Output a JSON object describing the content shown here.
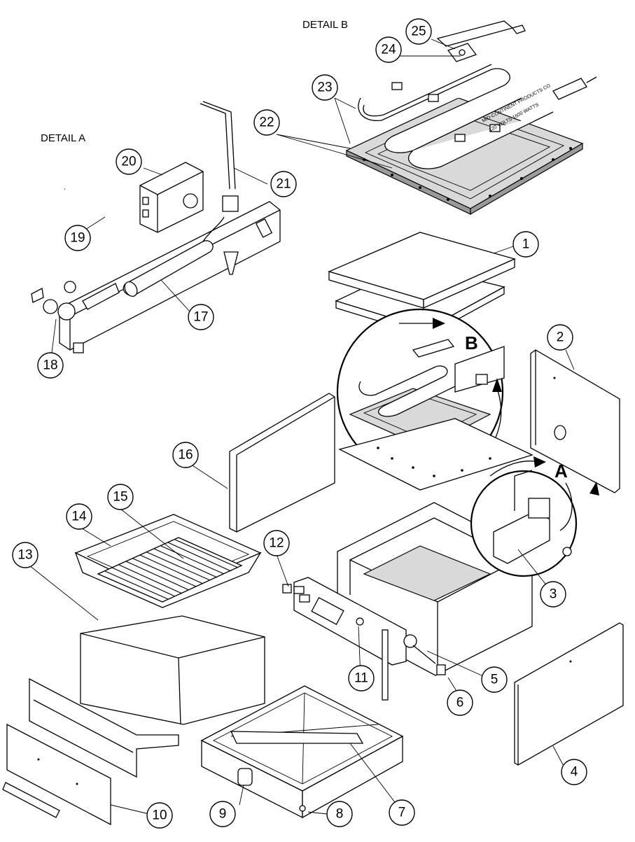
{
  "detail_labels": {
    "detail_a": "DETAIL A",
    "detail_b": "DETAIL B",
    "marker_a": "A",
    "marker_b": "B"
  },
  "element_plate_text": {
    "line1": "MID-CONTINENT PRODUCTS CO",
    "line2": "120 VOLTS 1600 WATTS"
  },
  "callouts": {
    "c1": "1",
    "c2": "2",
    "c3": "3",
    "c4": "4",
    "c5": "5",
    "c6": "6",
    "c7": "7",
    "c8": "8",
    "c9": "9",
    "c10": "10",
    "c11": "11",
    "c12": "12",
    "c13": "13",
    "c14": "14",
    "c15": "15",
    "c16": "16",
    "c17": "17",
    "c18": "18",
    "c19": "19",
    "c20": "20",
    "c21": "21",
    "c22": "22",
    "c23": "23",
    "c24": "24",
    "c25": "25"
  }
}
